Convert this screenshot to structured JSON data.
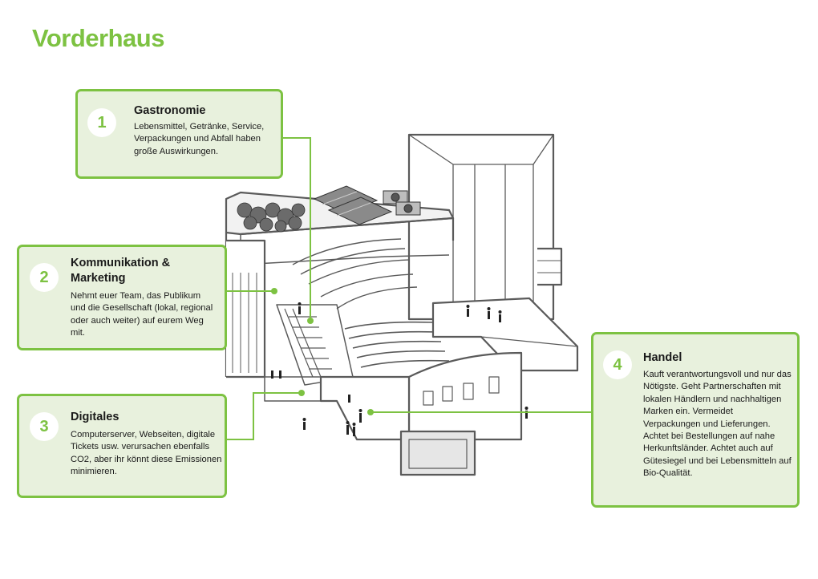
{
  "page_title": "Vorderhaus",
  "boxes": [
    {
      "number": "1",
      "title": "Gastronomie",
      "text": "Lebensmittel, Getränke, Service, Verpackungen und Abfall haben große Auswirkungen."
    },
    {
      "number": "2",
      "title": "Kommunikation & Marketing",
      "text": "Nehmt euer Team, das Publikum und die Gesellschaft (lokal, regional oder auch weiter) auf eurem Weg mit."
    },
    {
      "number": "3",
      "title": "Digitales",
      "text": "Computerserver, Webseiten, digitale Tickets usw. verursachen ebenfalls CO2, aber ihr könnt diese Emissionen minimieren."
    },
    {
      "number": "4",
      "title": "Handel",
      "text": "Kauft verantwortungsvoll und nur das Nötigste. Geht Partnerschaften mit lokalen Händlern und nachhaltigen Marken ein. Vermeidet Verpackungen und Lieferungen. Achtet bei Bestellungen auf nahe Herkunftsländer. Achtet auch auf Gütesiegel und bei Lebensmitteln auf Bio-Qualität."
    }
  ],
  "colors": {
    "accent": "#7dc242",
    "box_fill": "#e8f1dd",
    "line": "#555555"
  },
  "illustration": "building-cutaway-theater"
}
